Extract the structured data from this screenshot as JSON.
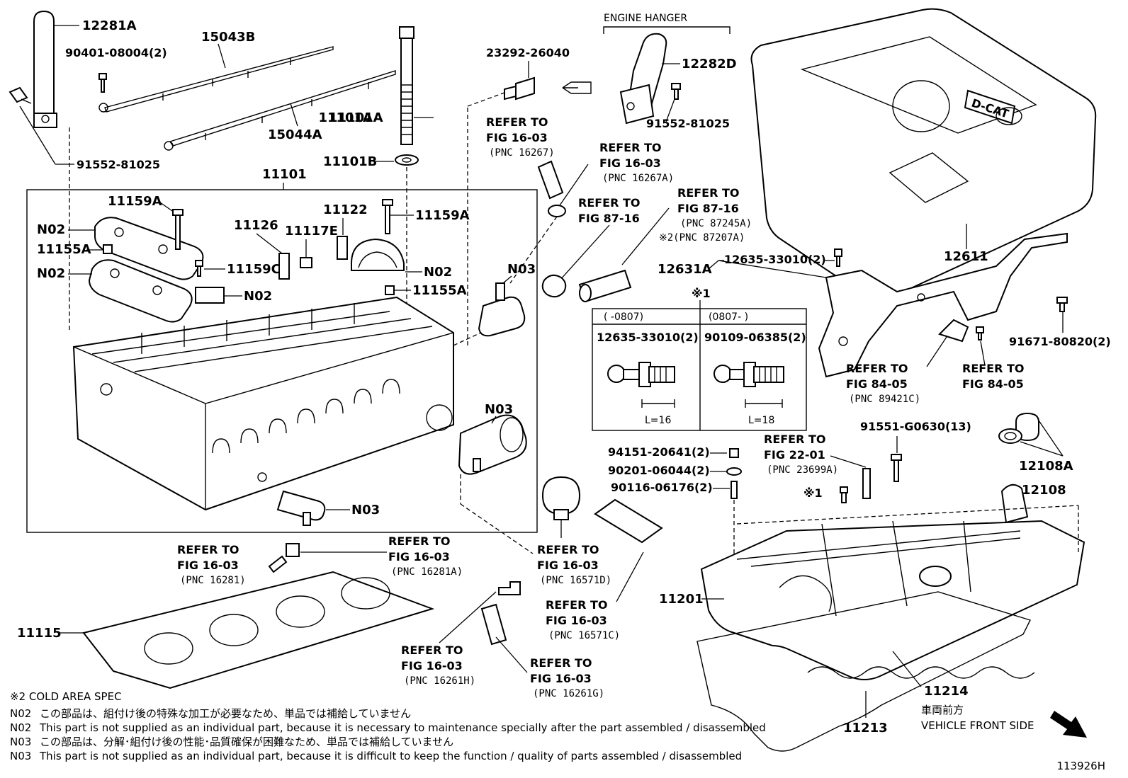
{
  "header": {
    "engine_hanger": "ENGINE HANGER"
  },
  "parts": {
    "p12281A": "12281A",
    "p90401": "90401-08004(2)",
    "p15043B": "15043B",
    "p15044A": "15044A",
    "p11101A": "11101A",
    "p11101B": "11101B",
    "p91552_left": "91552-81025",
    "p11101": "11101",
    "p11159A_l": "11159A",
    "p11159A_r": "11159A",
    "p11126": "11126",
    "p11117E": "11117E",
    "p11122": "11122",
    "p11155A_l": "11155A",
    "p11155A_r": "11155A",
    "p11159C": "11159C",
    "p11115": "11115",
    "p23292": "23292-26040",
    "p12282D": "12282D",
    "p91552_r": "91552-81025",
    "p12611": "12611",
    "p12631A": "12631A",
    "p12635_top": "12635-33010(2)",
    "p91671": "91671-80820(2)",
    "p91551": "91551-G0630(13)",
    "p94151": "94151-20641(2)",
    "p90201": "90201-06044(2)",
    "p90116": "90116-06176(2)",
    "p12108A": "12108A",
    "p12108": "12108",
    "p11201": "11201",
    "p11214": "11214",
    "p11213": "11213"
  },
  "n_labels": {
    "n02_a": "N02",
    "n02_b": "N02",
    "n02_c": "N02",
    "n02_d": "N02",
    "n03_a": "N03",
    "n03_b": "N03",
    "n03_c": "N03"
  },
  "refs": {
    "r16267": {
      "l1": "REFER TO",
      "l2": "FIG 16-03",
      "l3": "(PNC 16267)"
    },
    "r16267A": {
      "l1": "REFER TO",
      "l2": "FIG 16-03",
      "l3": "(PNC 16267A)"
    },
    "r8716": {
      "l1": "REFER TO",
      "l2": "FIG 87-16"
    },
    "r87245": {
      "l1": "REFER TO",
      "l2": "FIG 87-16",
      "l3": "(PNC 87245A)",
      "l4": "※2(PNC 87207A)"
    },
    "r16281": {
      "l1": "REFER TO",
      "l2": "FIG 16-03",
      "l3": "(PNC 16281)"
    },
    "r16281A": {
      "l1": "REFER TO",
      "l2": "FIG 16-03",
      "l3": "(PNC 16281A)"
    },
    "r16571D": {
      "l1": "REFER TO",
      "l2": "FIG 16-03",
      "l3": "(PNC 16571D)"
    },
    "r16571C": {
      "l1": "REFER TO",
      "l2": "FIG 16-03",
      "l3": "(PNC 16571C)"
    },
    "r16261H": {
      "l1": "REFER TO",
      "l2": "FIG 16-03",
      "l3": "(PNC 16261H)"
    },
    "r16261G": {
      "l1": "REFER TO",
      "l2": "FIG 16-03",
      "l3": "(PNC 16261G)"
    },
    "r89421": {
      "l1": "REFER TO",
      "l2": "FIG 84-05",
      "l3": "(PNC 89421C)"
    },
    "r8405": {
      "l1": "REFER TO",
      "l2": "FIG 84-05"
    },
    "r23699": {
      "l1": "REFER TO",
      "l2": "FIG 22-01",
      "l3": "(PNC 23699A)"
    }
  },
  "inset": {
    "marker": "※1",
    "col1_header": "(      -0807)",
    "col2_header": "(0807-        )",
    "col1_part": "12635-33010(2)",
    "col2_part": "90109-06385(2)",
    "col1_len": "L=16",
    "col2_len": "L=18"
  },
  "cover_badge": "D-CAT",
  "marker_k1": "※1",
  "notes": {
    "cold": "※2 COLD AREA SPEC",
    "lines": [
      {
        "code": "N02",
        "text": "この部品は、組付け後の特殊な加工が必要なため、単品では補給していません"
      },
      {
        "code": "N02",
        "text": "This part is not supplied as an individual part, because it is necessary to maintenance specially after the part assembled / disassembled"
      },
      {
        "code": "N03",
        "text": "この部品は、分解･組付け後の性能･品質確保が困難なため、単品では補給していません"
      },
      {
        "code": "N03",
        "text": "This part is not supplied as an individual part, because it is difficult to keep the function / quality of parts  assembled / disassembled"
      }
    ]
  },
  "front": {
    "jp": "車両前方",
    "en": "VEHICLE FRONT SIDE"
  },
  "figure_id": "113926H"
}
